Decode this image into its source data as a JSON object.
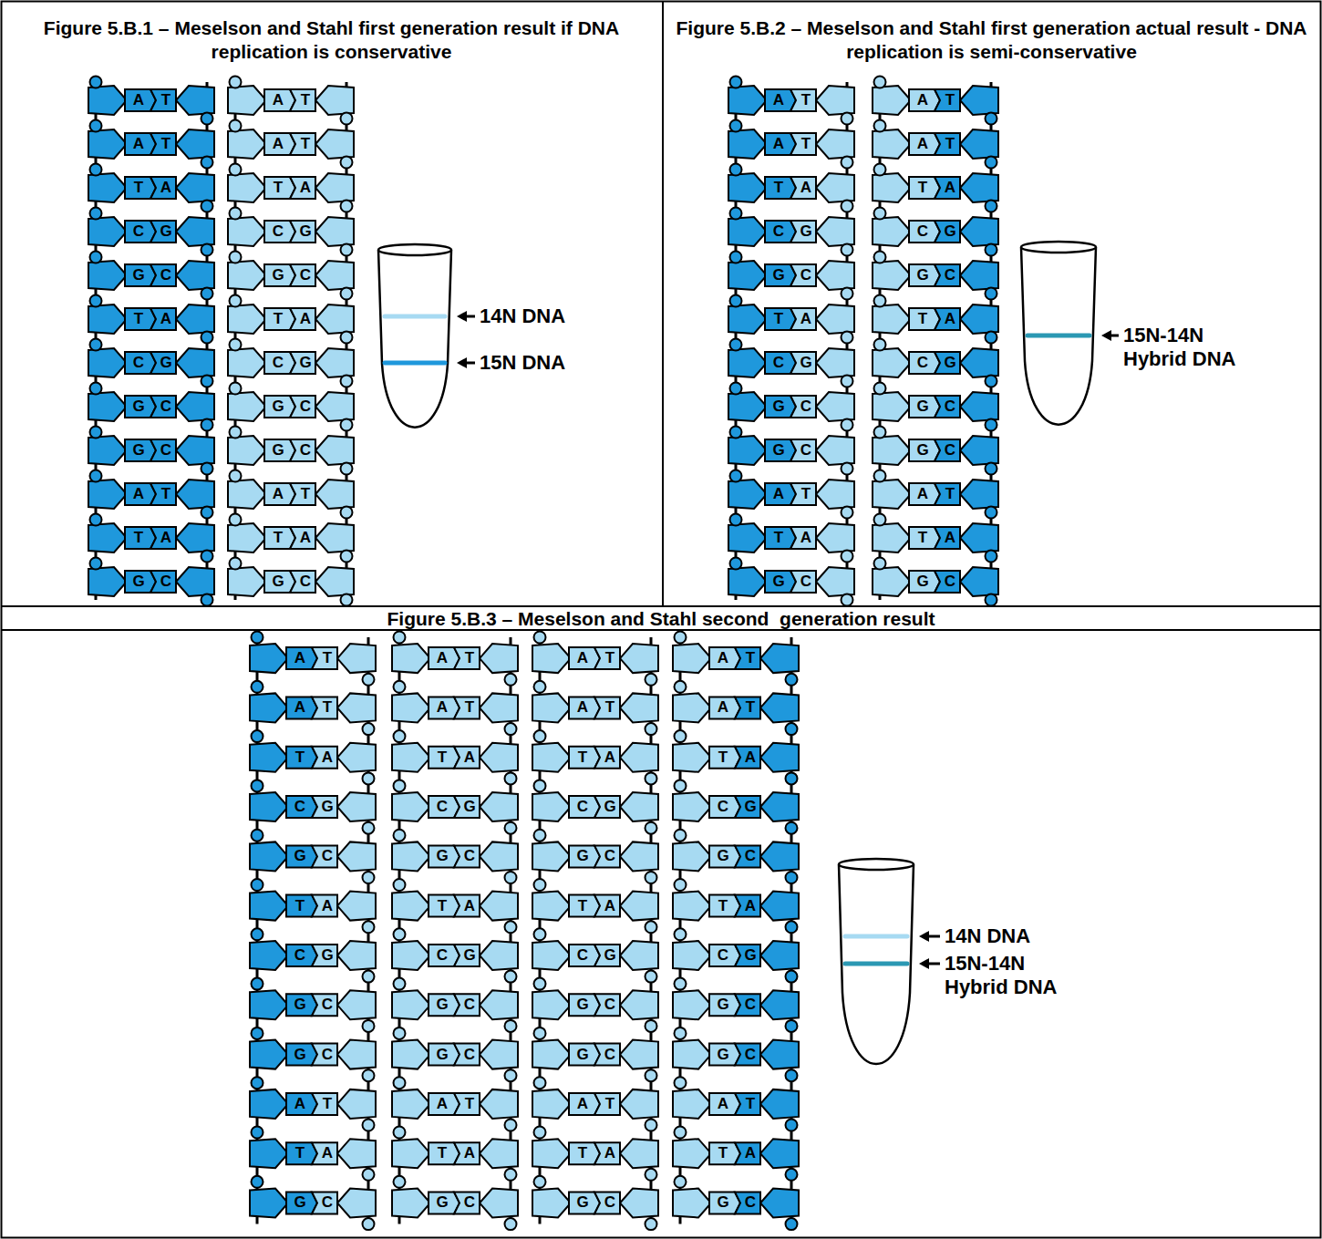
{
  "diagram": {
    "nodes": [
      {
        "text": [
          "Figure 5.B.1 – Meselson and Stahl first generation result if DNA replication is conservative"
        ]
      },
      {
        "text": [
          "Figure 5.B.2 – Meselson and Stahl first generation actual result - DNA replication is semi-conservative"
        ]
      },
      {
        "text": [
          "Figure 5.B.3 – Meselson and Stahl second  generation result"
        ]
      }
    ],
    "labels": [
      "A",
      "T",
      "A",
      "T",
      "T",
      "A",
      "C",
      "G",
      "G",
      "C",
      "T",
      "A",
      "C",
      "G",
      "G",
      "C",
      "G",
      "C",
      "A",
      "T",
      "T",
      "A",
      "G",
      "C",
      "A",
      "T",
      "A",
      "T",
      "T",
      "A",
      "C",
      "G",
      "G",
      "C",
      "T",
      "A",
      "C",
      "G",
      "G",
      "C",
      "G",
      "C",
      "A",
      "T",
      "T",
      "A",
      "G",
      "C",
      "14N DNA",
      "15N DNA",
      "A",
      "T",
      "A",
      "T",
      "T",
      "A",
      "C",
      "G",
      "G",
      "C",
      "T",
      "A",
      "C",
      "G",
      "G",
      "C",
      "G",
      "C",
      "A",
      "T",
      "T",
      "A",
      "G",
      "C",
      "A",
      "T",
      "A",
      "T",
      "T",
      "A",
      "C",
      "G",
      "G",
      "C",
      "T",
      "A",
      "C",
      "G",
      "G",
      "C",
      "G",
      "C",
      "A",
      "T",
      "T",
      "A",
      "G",
      "C",
      "15N-14N Hybrid DNA",
      "A",
      "T",
      "A",
      "T",
      "T",
      "A",
      "C",
      "G",
      "G",
      "C",
      "T",
      "A",
      "C",
      "G",
      "G",
      "C",
      "G",
      "C",
      "A",
      "T",
      "T",
      "A",
      "G",
      "C",
      "A",
      "T",
      "A",
      "T",
      "T",
      "A",
      "C",
      "G",
      "G",
      "C",
      "T",
      "A",
      "C",
      "G",
      "G",
      "C",
      "G",
      "C",
      "A",
      "T",
      "T",
      "A",
      "G",
      "C",
      "A",
      "T",
      "A",
      "T",
      "T",
      "A",
      "C",
      "G",
      "G",
      "C",
      "T",
      "A",
      "C",
      "G",
      "G",
      "C",
      "G",
      "C",
      "A",
      "T",
      "T",
      "A",
      "G",
      "C",
      "A",
      "T",
      "A",
      "T",
      "T",
      "A",
      "C",
      "G",
      "G",
      "C",
      "T",
      "A",
      "C",
      "G",
      "G",
      "C",
      "G",
      "C",
      "A",
      "T",
      "T",
      "A",
      "G",
      "C",
      "14N DNA",
      "15N-14N Hybrid DNA"
    ]
  }
}
